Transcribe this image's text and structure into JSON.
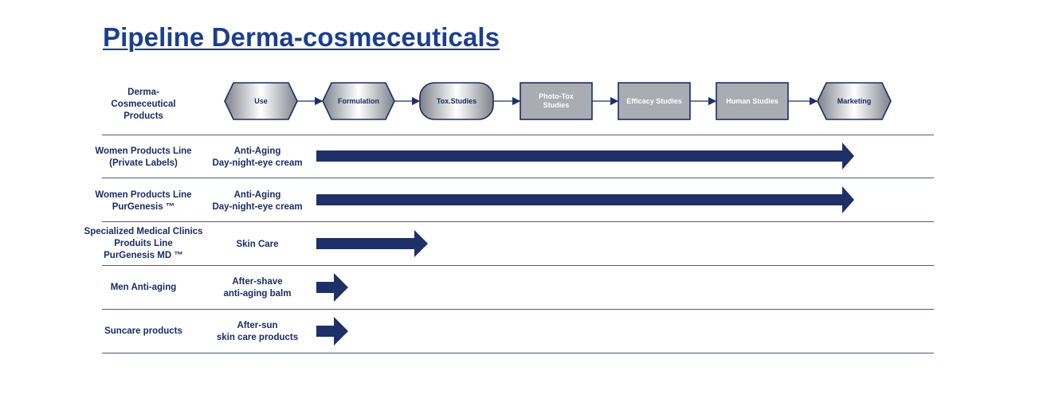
{
  "title": "Pipeline Derma-cosmeceuticals",
  "header_label": [
    "Derma-",
    "Cosmeceutical",
    "Products"
  ],
  "stages": [
    {
      "label": [
        "Use"
      ]
    },
    {
      "label": [
        "Formulation"
      ]
    },
    {
      "label": [
        "Tox.Studies"
      ]
    },
    {
      "label": [
        "Photo-Tox",
        "Studies"
      ]
    },
    {
      "label": [
        "Efficacy Studies"
      ]
    },
    {
      "label": [
        "Human Studies"
      ]
    },
    {
      "label": [
        "Marketing"
      ]
    }
  ],
  "rows": [
    {
      "line": [
        "Women Products Line",
        "(Private Labels)"
      ],
      "product": [
        "Anti-Aging",
        "Day-night-eye cream"
      ],
      "progress_stage": "Marketing"
    },
    {
      "line": [
        "Women Products Line",
        "PurGenesis ™"
      ],
      "product": [
        "Anti-Aging",
        "Day-night-eye cream"
      ],
      "progress_stage": "Marketing"
    },
    {
      "line": [
        "Specialized Medical Clinics",
        "Produits Line",
        "PurGenesis MD ™"
      ],
      "product": [
        "Skin Care"
      ],
      "progress_stage": "Tox.Studies"
    },
    {
      "line": [
        "Men Anti-aging"
      ],
      "product": [
        "After-shave",
        "anti-aging balm"
      ],
      "progress_stage": "Formulation"
    },
    {
      "line": [
        "Suncare products"
      ],
      "product": [
        "After-sun",
        "skin care products"
      ],
      "progress_stage": "Formulation"
    }
  ],
  "colors": {
    "arrow": "#1f3068",
    "title": "#1b3f8f",
    "text": "#1a2d63",
    "stage_fill": "#a9acb3"
  }
}
